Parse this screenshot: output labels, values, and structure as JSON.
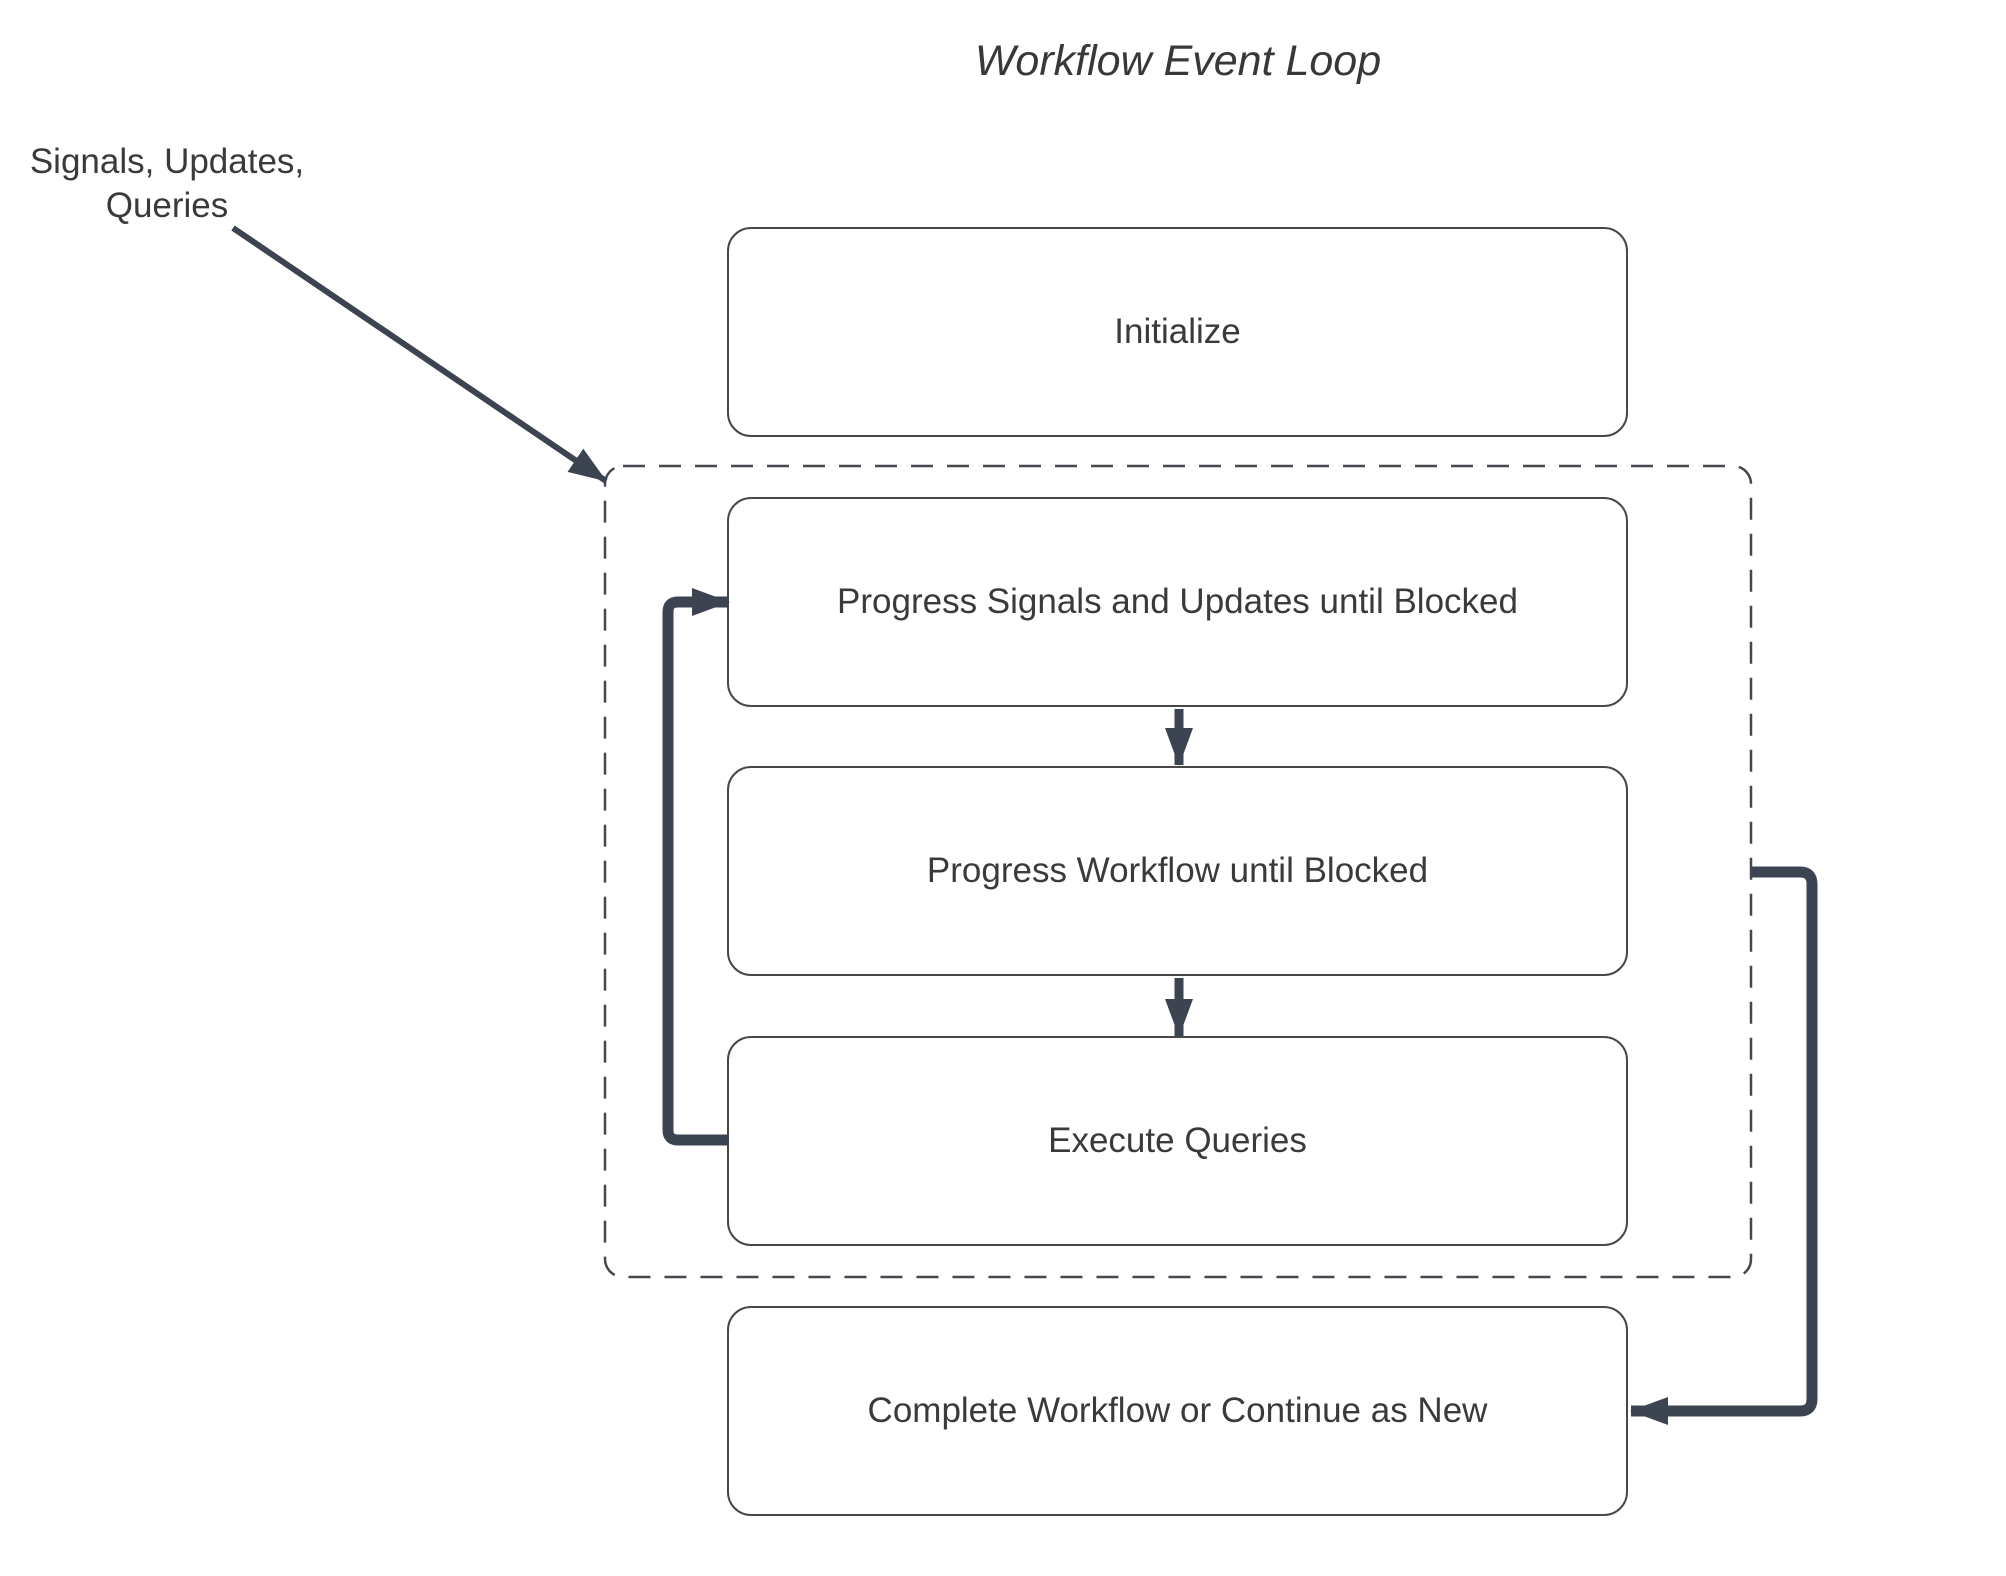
{
  "diagram_title": "Workflow Event Loop",
  "external_input": {
    "line1": "Signals, Updates,",
    "line2": "Queries"
  },
  "nodes": {
    "initialize": {
      "label": "Initialize"
    },
    "progress_signals": {
      "label": "Progress Signals and Updates until Blocked"
    },
    "progress_workflow": {
      "label": "Progress Workflow until Blocked"
    },
    "execute_queries": {
      "label": "Execute Queries"
    },
    "complete_workflow": {
      "label": "Complete Workflow or Continue as New"
    }
  },
  "edges": [
    {
      "from": "signals-updates-queries-label",
      "to": "event-loop-boundary",
      "style": "thin-arrow"
    },
    {
      "from": "progress-signals",
      "to": "progress-workflow",
      "style": "down-arrow"
    },
    {
      "from": "progress-workflow",
      "to": "execute-queries",
      "style": "down-arrow"
    },
    {
      "from": "execute-queries",
      "to": "progress-signals",
      "style": "thick-loop-back-arrow"
    },
    {
      "from": "event-loop-boundary",
      "to": "complete-workflow",
      "style": "thick-loop-arrow"
    }
  ],
  "colors": {
    "arrow": "#3d4451",
    "boundary": "#45484e",
    "node_border": "#484848",
    "text": "#3a3a3a",
    "background": "#ffffff"
  }
}
